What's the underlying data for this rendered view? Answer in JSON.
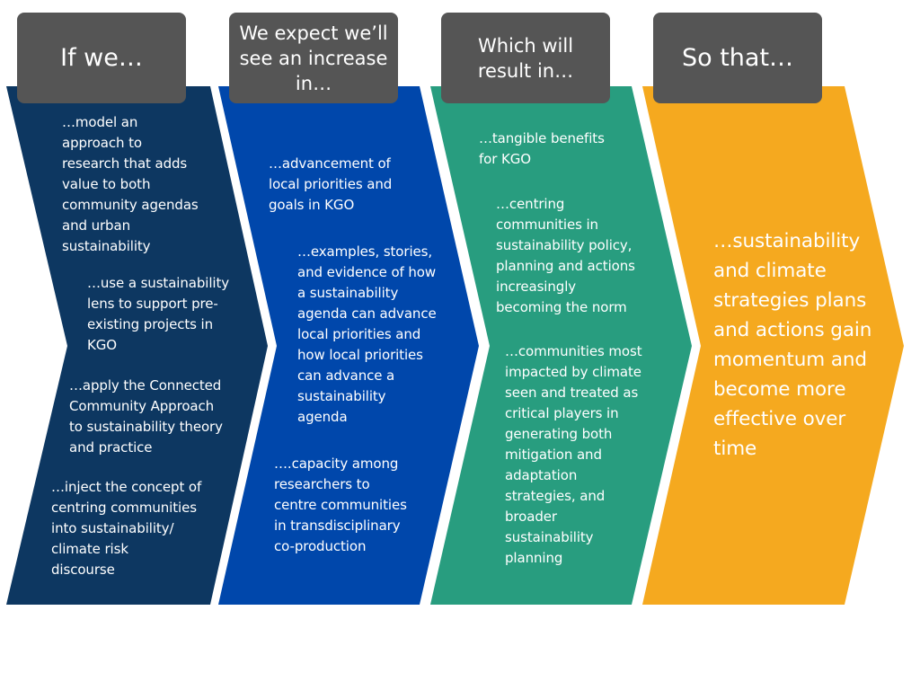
{
  "colors": {
    "col1": "#0d3761",
    "col2": "#0047ab",
    "col3": "#289d7f",
    "col4": "#f5a91f",
    "header": "#555555"
  },
  "columns": [
    {
      "header": "If we…",
      "items": [
        "…model an\napproach to\nresearch that adds\nvalue to both\ncommunity agendas\nand urban\nsustainability",
        "…use a sustainability\nlens to support pre-\nexisting projects in\nKGO",
        "…apply the Connected\nCommunity Approach\nto sustainability theory\nand practice",
        "…inject the concept of\ncentring communities\ninto sustainability/\nclimate risk\ndiscourse"
      ]
    },
    {
      "header": "We expect we’ll see an increase in…",
      "items": [
        "…advancement of\nlocal priorities and\ngoals in KGO",
        "…examples, stories,\nand evidence of how\na sustainability\nagenda can advance\nlocal priorities and\nhow local priorities\ncan advance a\nsustainability\nagenda",
        "….capacity among\nresearchers to\ncentre communities\nin transdisciplinary\nco-production"
      ]
    },
    {
      "header": "Which will result in…",
      "items": [
        "…tangible benefits\nfor KGO",
        "…centring\ncommunities in\nsustainability policy,\nplanning and actions\nincreasingly\nbecoming the norm",
        "…communities most\nimpacted by climate\nseen and treated as\ncritical players in\ngenerating both\nmitigation and\nadaptation\nstrategies, and\nbroader\nsustainability\nplanning"
      ]
    },
    {
      "header": "So that…",
      "items": [
        "…sustainability\nand climate\nstrategies plans\nand actions gain\nmomentum and\nbecome more\neffective over\ntime"
      ]
    }
  ]
}
